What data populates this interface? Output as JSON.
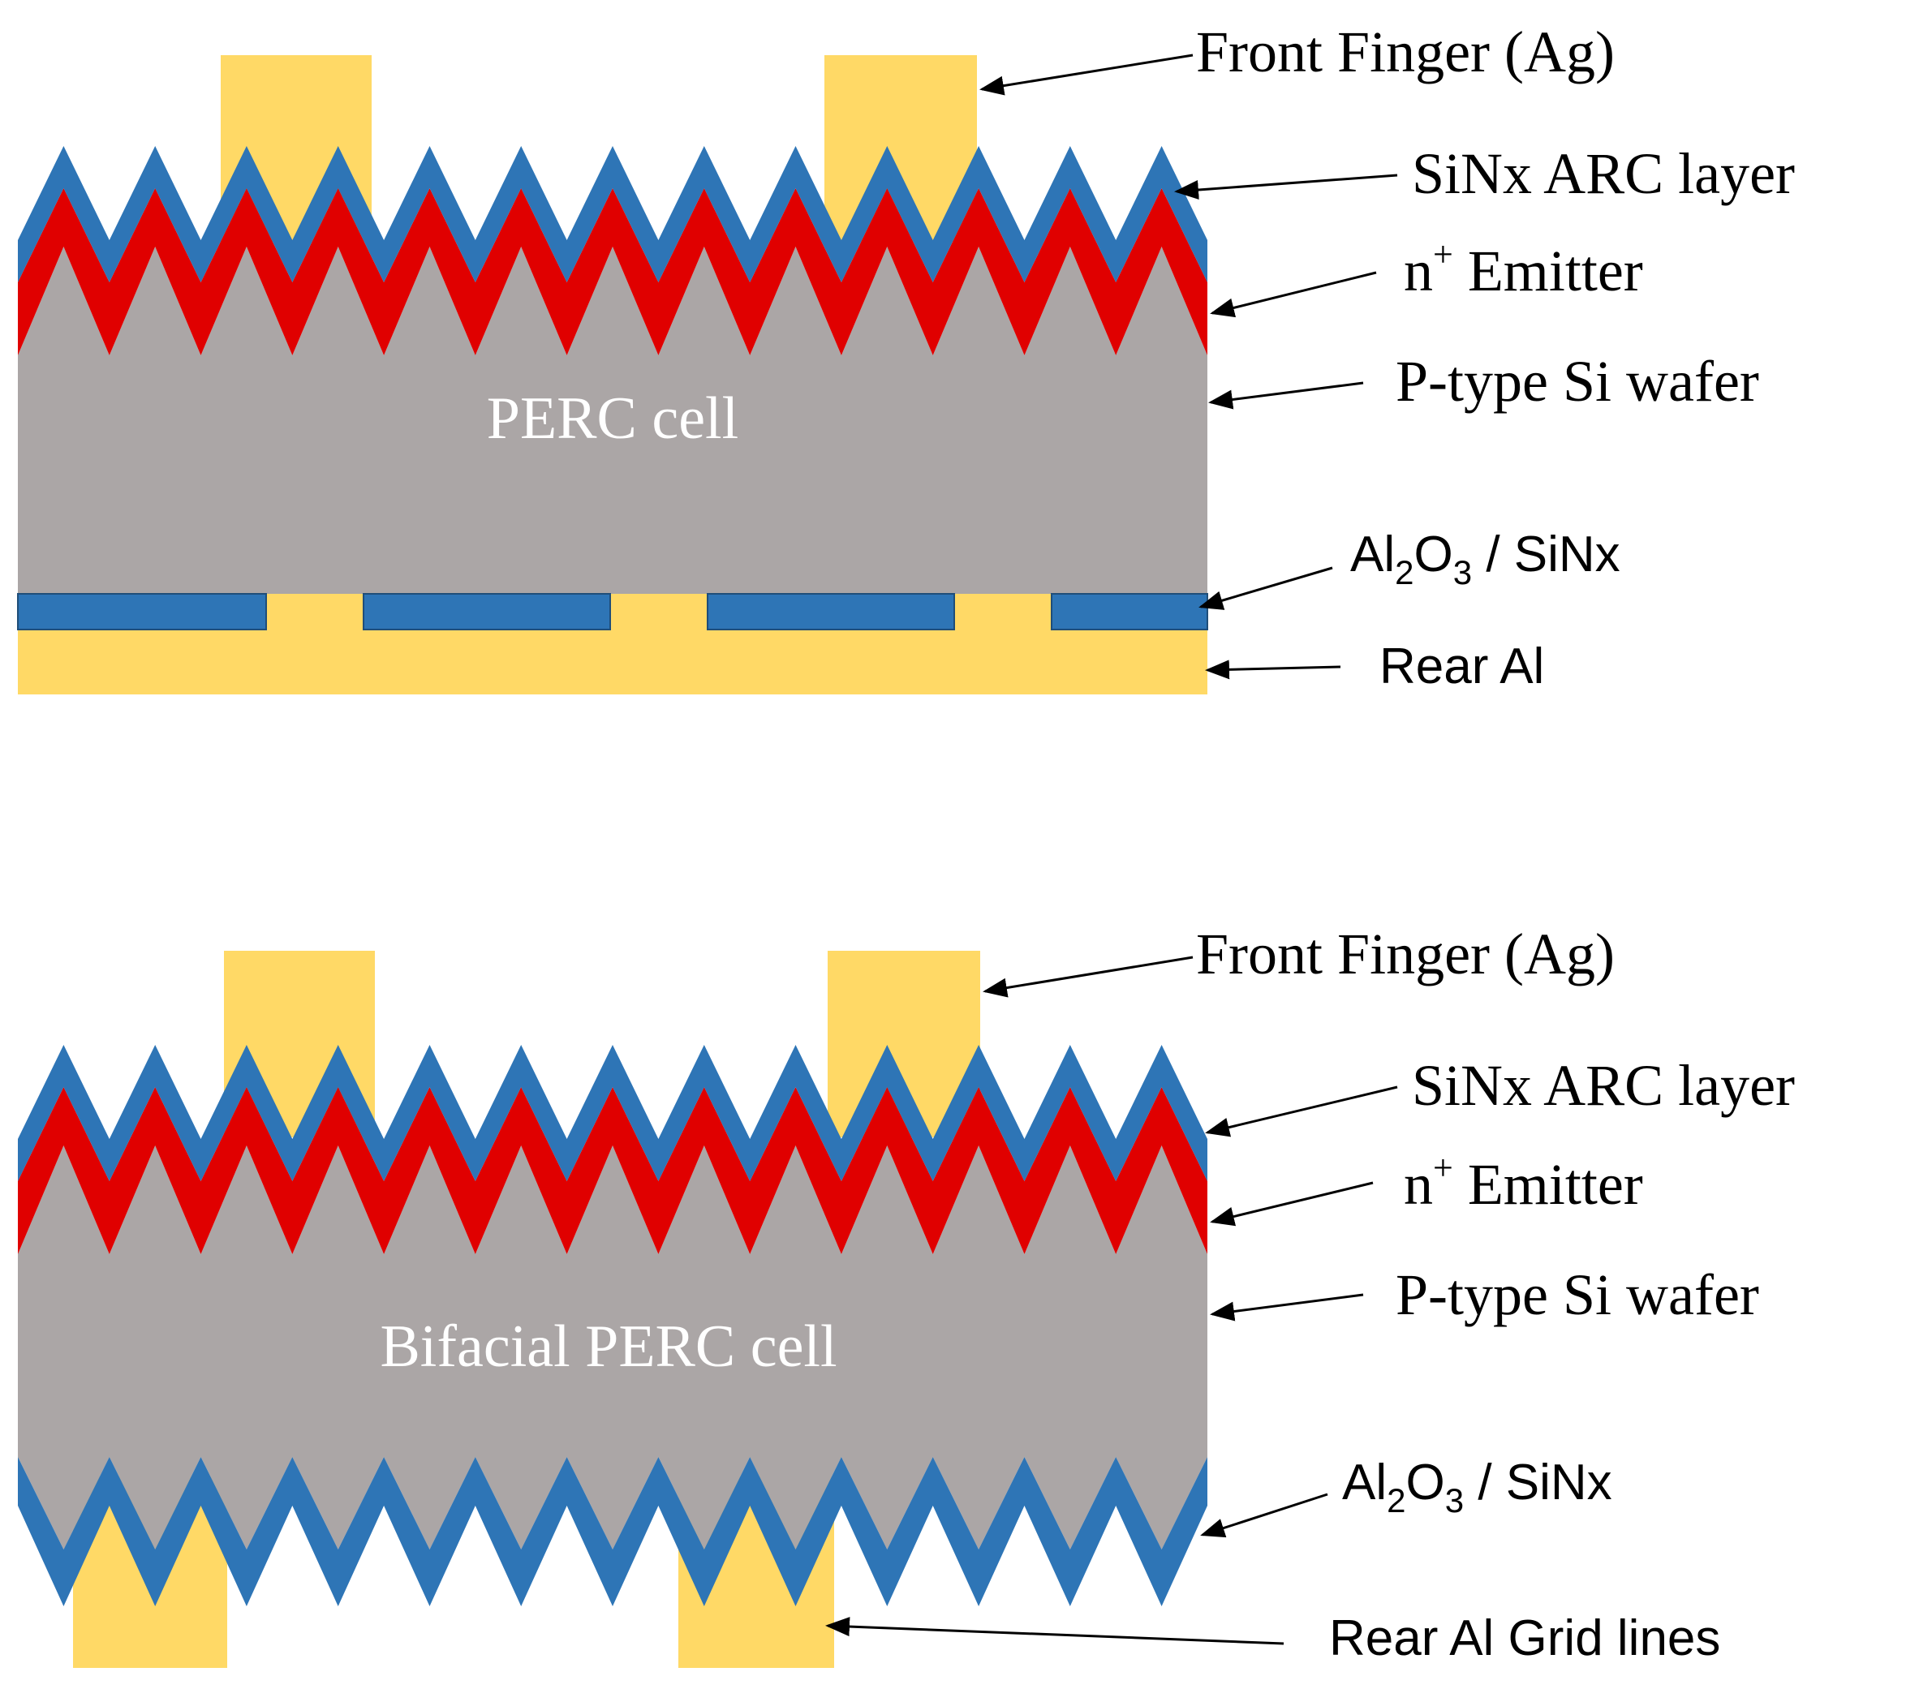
{
  "colors": {
    "silver_finger": "#FFD966",
    "arc_layer": "#2E75B6",
    "emitter": "#E00000",
    "wafer": "#ABA6A6",
    "arrow": "#000000",
    "cell_text": "#FFFFFF"
  },
  "panels": [
    {
      "cell_label": "PERC cell",
      "front_finger": "Front Finger (Ag)",
      "arc": "SiNx ARC layer",
      "emitter_n": "n",
      "emitter_sup": "+",
      "emitter_rest": " Emitter",
      "wafer": "P-type Si wafer",
      "passivation": {
        "a": "Al",
        "s1": "2",
        "b": "O",
        "s2": "3",
        "c": " / SiNx"
      },
      "rear": "Rear Al"
    },
    {
      "cell_label": "Bifacial PERC cell",
      "front_finger": "Front Finger (Ag)",
      "arc": "SiNx ARC layer",
      "emitter_n": "n",
      "emitter_sup": "+",
      "emitter_rest": " Emitter",
      "wafer": "P-type Si wafer",
      "passivation": {
        "a": "Al",
        "s1": "2",
        "b": "O",
        "s2": "3",
        "c": " / SiNx"
      },
      "rear": "Rear Al Grid lines"
    }
  ]
}
